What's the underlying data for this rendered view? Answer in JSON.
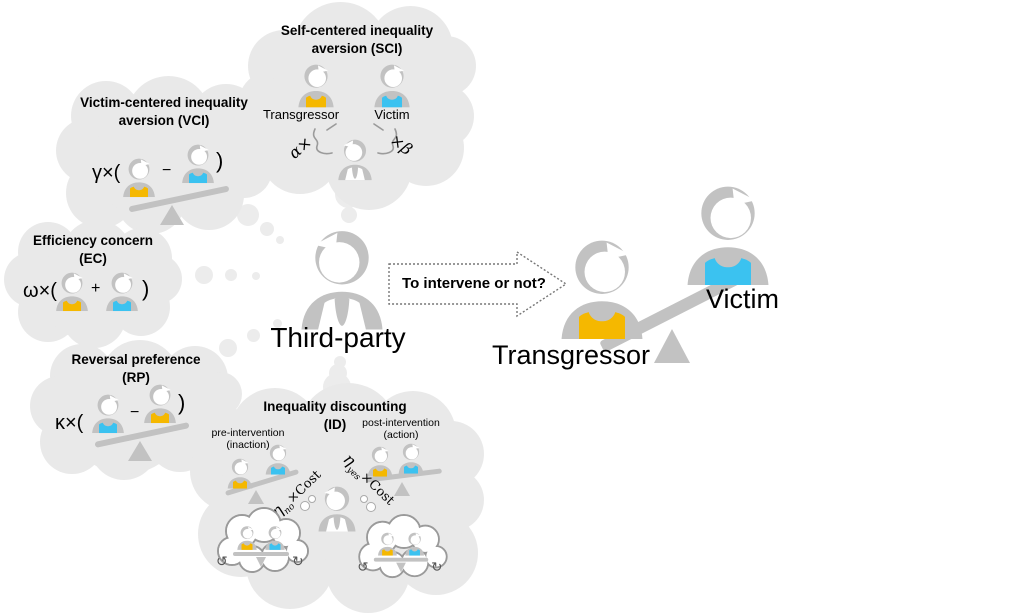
{
  "colors": {
    "transgressor_shirt": "#F5B800",
    "victim_shirt": "#3BC2F0",
    "person_gray": "#C2C2C2",
    "cloud_gray": "#E9E9E9",
    "trail_gray": "#ECECEC",
    "mini_cloud_outline": "#9A9A9A",
    "text": "#000000"
  },
  "center": {
    "person_label": "Third-party",
    "arrow_label": "To intervene or not?"
  },
  "main_scene": {
    "transgressor_label": "Transgressor",
    "victim_label": "Victim"
  },
  "sci": {
    "title_line1": "Self-centered inequality",
    "title_line2": "aversion (SCI)",
    "transgressor_label": "Transgressor",
    "victim_label": "Victim",
    "alpha_term": "α×",
    "beta_term": "×β"
  },
  "vci": {
    "title_line1": "Victim-centered inequality",
    "title_line2": "aversion (VCI)",
    "coef": "γ×(",
    "operator": "−",
    "close_paren": ")"
  },
  "ec": {
    "title_line1": "Efficiency concern",
    "title_line2": "(EC)",
    "coef": "ω×(",
    "operator": "+",
    "close_paren": ")"
  },
  "rp": {
    "title_line1": "Reversal preference",
    "title_line2": "(RP)",
    "coef": "κ×(",
    "operator": "−",
    "close_paren": ")"
  },
  "id": {
    "title_line1": "Inequality discounting",
    "title_line2": "(ID)",
    "pre_line1": "pre-intervention",
    "pre_line2": "(inaction)",
    "post_line1": "post-intervention",
    "post_line2": "(action)",
    "eta": "η",
    "eta_no_sub": "no",
    "eta_yes_sub": "yes",
    "cost_term": "×Cost",
    "rotate_ccw_icon": "↺",
    "rotate_cw_icon": "↻"
  }
}
